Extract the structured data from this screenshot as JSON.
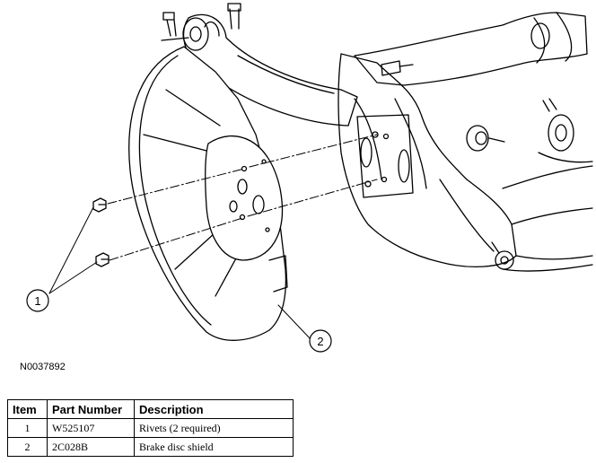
{
  "diagram": {
    "reference_code": "N0037892",
    "callouts": [
      {
        "number": "1",
        "part": "Rivets"
      },
      {
        "number": "2",
        "part": "Brake disc shield"
      }
    ]
  },
  "parts_table": {
    "headers": [
      "Item",
      "Part Number",
      "Description"
    ],
    "rows": [
      {
        "item": "1",
        "part_number": "W525107",
        "description": "Rivets (2 required)"
      },
      {
        "item": "2",
        "part_number": "2C028B",
        "description": "Brake disc shield"
      }
    ]
  }
}
